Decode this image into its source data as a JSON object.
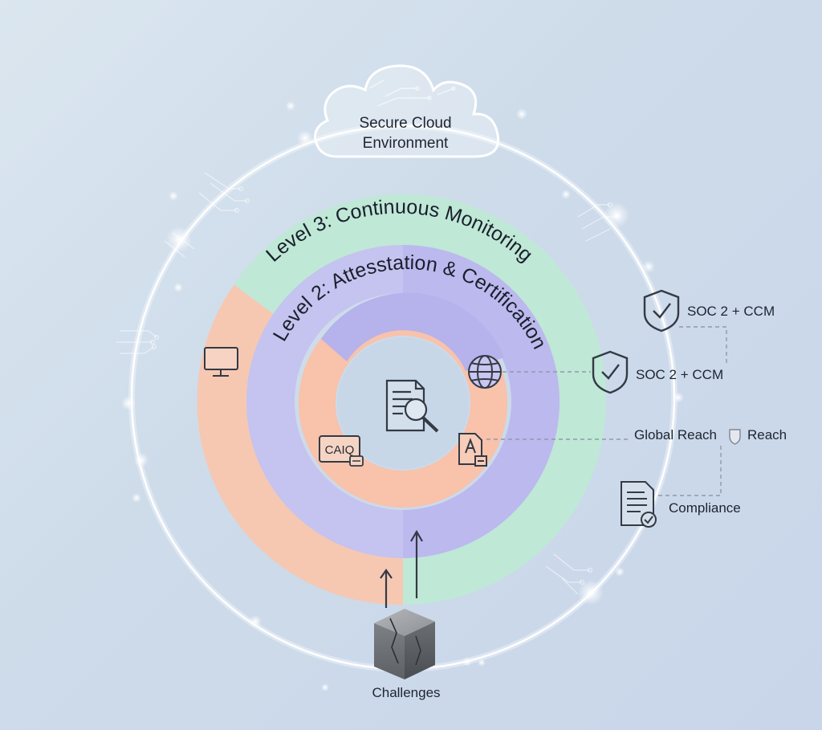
{
  "cloud": {
    "line1": "Secure Cloud",
    "line2": "Environment"
  },
  "rings": {
    "level3": "Level 3: Continuous Monitoring",
    "level2": "Level 2: Attesstation & Certification"
  },
  "inner_icons": {
    "caiq": "CAIQ"
  },
  "callouts": {
    "soc_upper": "SOC 2 + CCM",
    "soc_lower": "SOC 2 + CCM",
    "global_reach": "Global Reach",
    "reach": "Reach",
    "compliance": "Compliance"
  },
  "challenges": "Challenges",
  "colors": {
    "mint": "#bfe8d6",
    "peach": "#f6c7ae",
    "lavender": "#c3c2ef",
    "violet": "#b7b5ee",
    "core": "#c7d6e6"
  }
}
